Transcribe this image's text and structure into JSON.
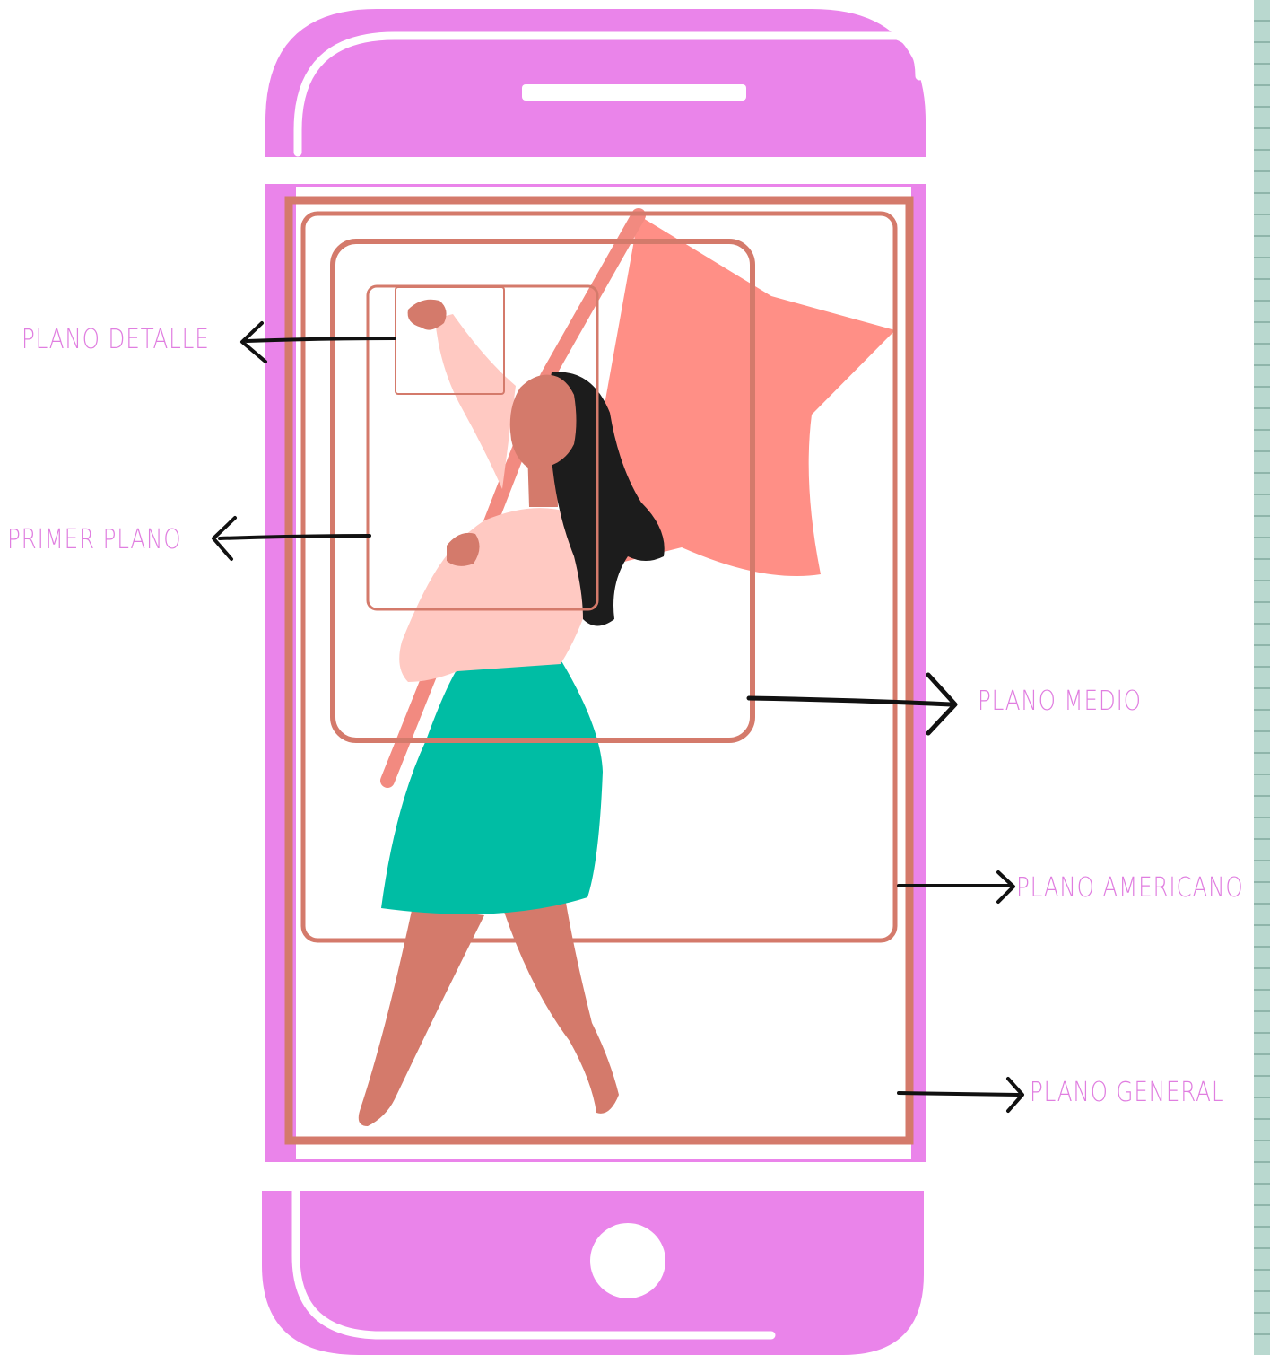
{
  "labels": {
    "plano_detalle": "PLANO DETALLE",
    "primer_plano": "PRIMER PLANO",
    "plano_medio": "PLANO MEDIO",
    "plano_americano": "PLANO AMERICANO",
    "plano_general": "PLANO GENERAL"
  },
  "colors": {
    "phone_body": "#ea84ea",
    "frame_stroke": "#d47a6b",
    "star": "#ff8f86",
    "skin": "#d47a6b",
    "hair": "#1c1c1c",
    "blouse": "#ffc9c2",
    "skirt": "#00bda4",
    "flag_pole": "#f28a80",
    "label_text": "#e07ee0",
    "arrow": "#111111",
    "notebook_strip": "#b9d8cf"
  },
  "icons": [
    "home-button-icon",
    "speaker-slot-icon"
  ]
}
